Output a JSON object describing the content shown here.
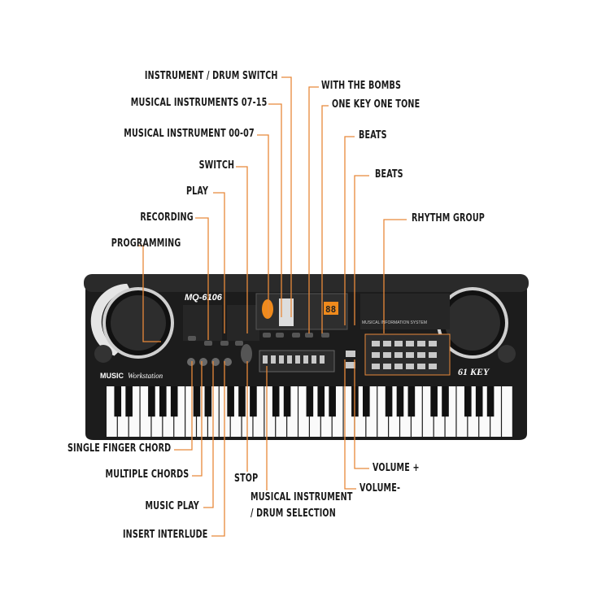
{
  "labels": {
    "instrument_drum_switch": "INSTRUMENT / DRUM SWITCH",
    "musical_instruments_07_15": "MUSICAL INSTRUMENTS 07-15",
    "musical_instrument_00_07": "MUSICAL INSTRUMENT 00-07",
    "switch": "SWITCH",
    "play": "PLAY",
    "recording": "RECORDING",
    "programming": "PROGRAMMING",
    "with_the_bombs": "WITH THE BOMBS",
    "one_key_one_tone": "ONE KEY ONE TONE",
    "beats_1": "BEATS",
    "beats_2": "BEATS",
    "rhythm_group": "RHYTHM GROUP",
    "single_finger_chord": "SINGLE FINGER CHORD",
    "multiple_chords": "MULTIPLE CHORDS",
    "music_play": "MUSIC PLAY",
    "insert_interlude": "INSERT INTERLUDE",
    "stop": "STOP",
    "instrument_drum_selection_1": "MUSICAL INSTRUMENT",
    "instrument_drum_selection_2": "/ DRUM SELECTION",
    "volume_plus": "VOLUME +",
    "volume_minus": "VOLUME-"
  },
  "keyboard": {
    "model": "MQ-6106",
    "brand_line": "MUSIC",
    "brand_line_2": "Workstation",
    "key_count": "61 KEY",
    "display_title": "Musical Information System",
    "display_digits": "88",
    "panel_title": "MUSICAL INFORMATION SYSTEM",
    "white_key_count": 36
  },
  "colors": {
    "leader": "#e8893a",
    "body": "#1c1c1c",
    "display": "#f08a1c"
  }
}
